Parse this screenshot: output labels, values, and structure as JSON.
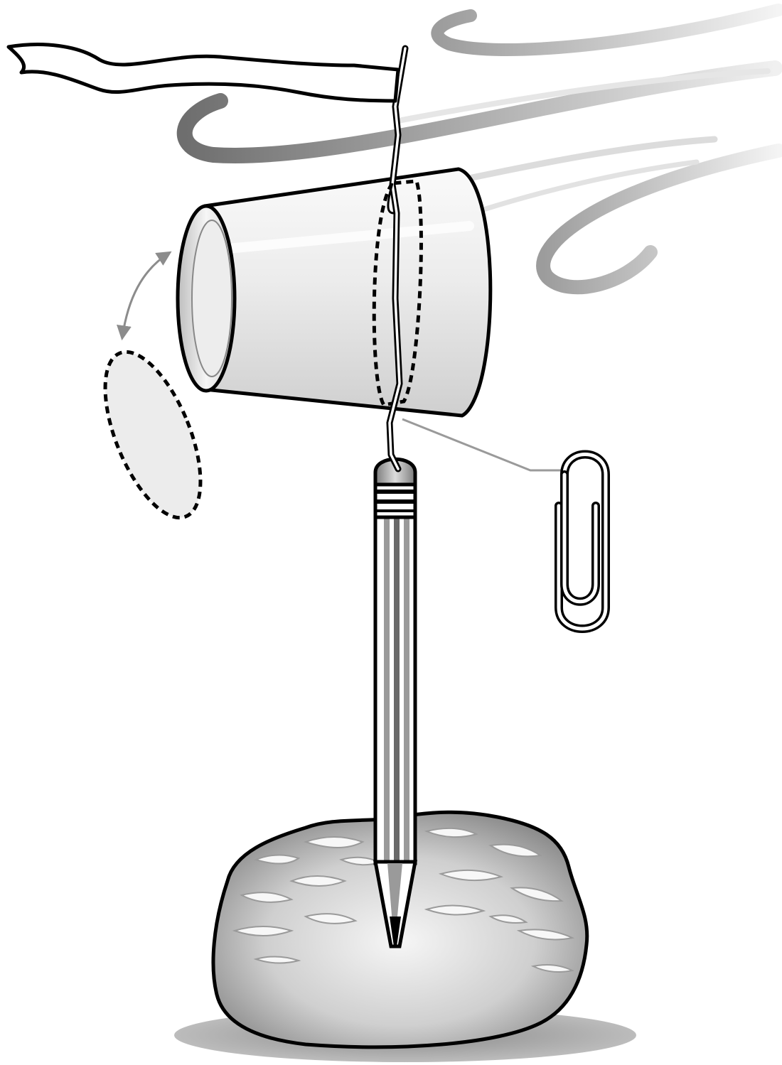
{
  "figure": {
    "subject": "wind-vane-illustration",
    "parts": [
      "flag",
      "wire",
      "cup",
      "cup-bottom",
      "rotation-arrow",
      "paper-clip",
      "pencil",
      "eraser",
      "rock",
      "wind-streaks"
    ],
    "colors": {
      "outline": "#000000",
      "paper": "#ffffff",
      "cup_light": "#f4f4f4",
      "cup_mid": "#c9c9c9",
      "rock_light": "#f2f2f2",
      "rock_dark": "#8c8c8c",
      "wind_dark": "#6e6e6e",
      "wind_light": "#eeeeee",
      "shadow": "#9a9a9a",
      "leader_line": "#9a9a9a"
    }
  }
}
